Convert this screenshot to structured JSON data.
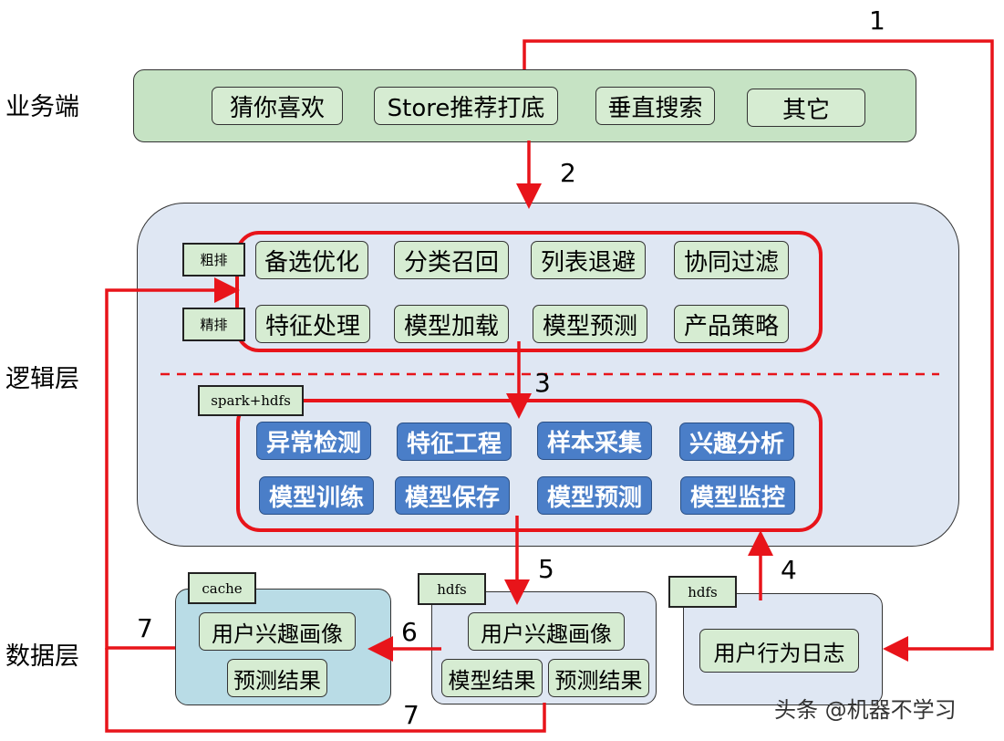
{
  "layers": {
    "business": "业务端",
    "logic": "逻辑层",
    "data": "数据层"
  },
  "business_items": [
    "猜你喜欢",
    "Store推荐打底",
    "垂直搜索",
    "其它"
  ],
  "rank": {
    "coarse_tag": "粗排",
    "fine_tag": "精排",
    "coarse_items": [
      "备选优化",
      "分类召回",
      "列表退避",
      "协同过滤"
    ],
    "fine_items": [
      "特征处理",
      "模型加载",
      "模型预测",
      "产品策略"
    ]
  },
  "offline": {
    "tag": "spark+hdfs",
    "row1": [
      "异常检测",
      "特征工程",
      "样本采集",
      "兴趣分析"
    ],
    "row2": [
      "模型训练",
      "模型保存",
      "模型预测",
      "模型监控"
    ]
  },
  "data_stores": {
    "cache": {
      "tag": "cache",
      "items": [
        "用户兴趣画像",
        "预测结果"
      ]
    },
    "hdfs_model": {
      "tag": "hdfs",
      "items": [
        "用户兴趣画像",
        "模型结果",
        "预测结果"
      ]
    },
    "hdfs_log": {
      "tag": "hdfs",
      "items": [
        "用户行为日志"
      ]
    }
  },
  "arrow_labels": {
    "a1": "1",
    "a2": "2",
    "a3": "3",
    "a4": "4",
    "a5": "5",
    "a6": "6",
    "a7_left": "7",
    "a7_bottom": "7"
  },
  "colors": {
    "arrow": "#e8141a",
    "business_bg": "#c6e3c4",
    "logic_bg": "#dfe7f3",
    "offline_btn": "#4a7ec8",
    "cache_bg": "#b9dce6"
  },
  "watermark": "头条 @机器不学习"
}
